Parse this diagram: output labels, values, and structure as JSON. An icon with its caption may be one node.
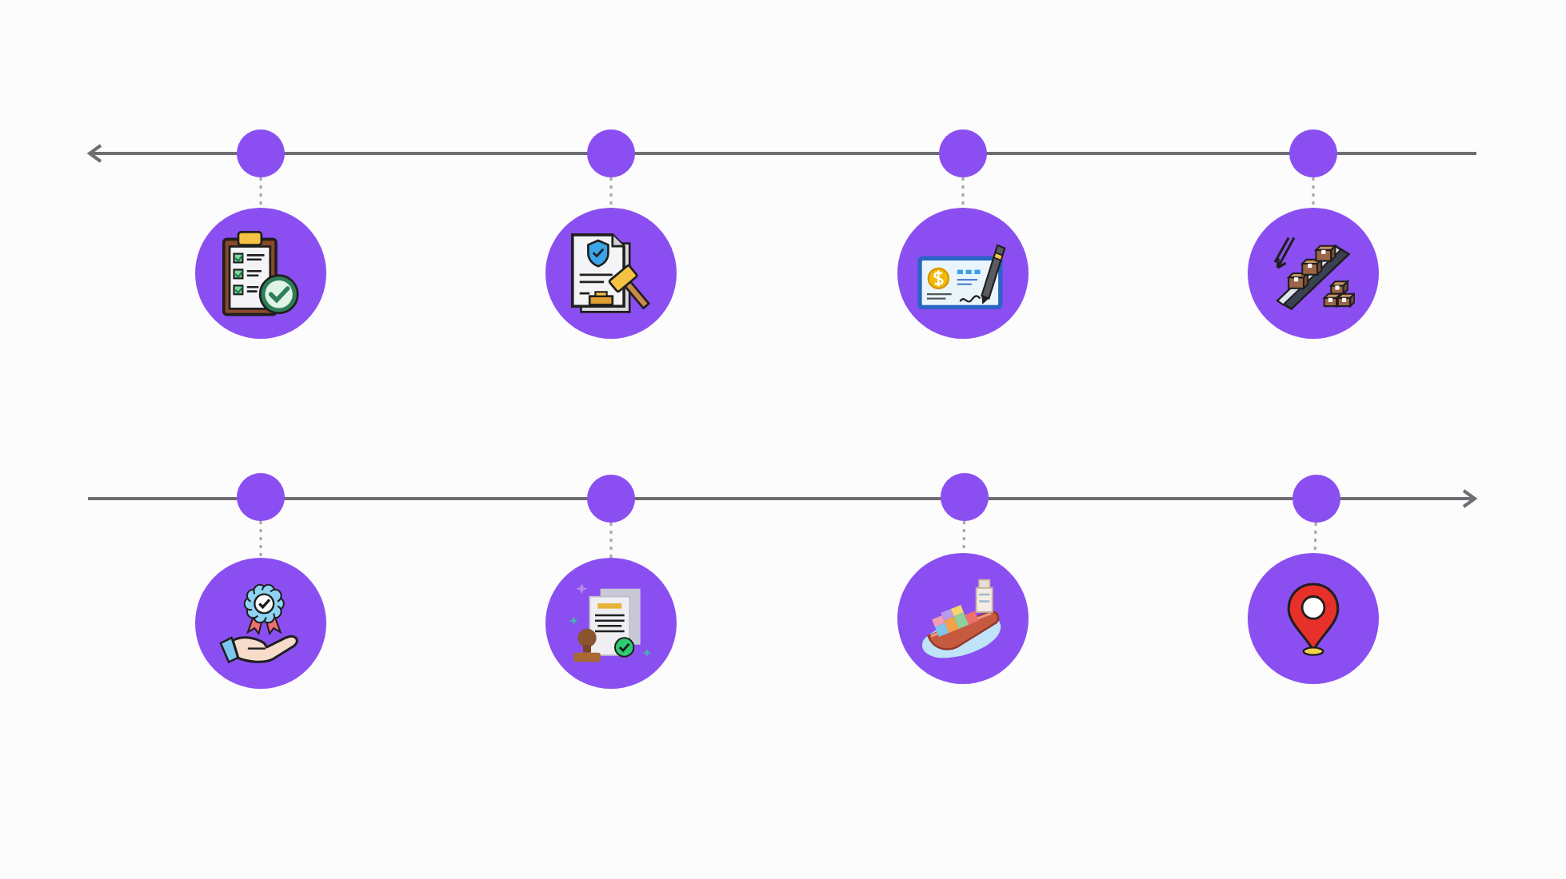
{
  "diagram": {
    "nodes": [
      {
        "text": [],
        "shape": "circle"
      },
      {
        "text": [],
        "shape": "circle"
      },
      {
        "text": [],
        "shape": "circle"
      },
      {
        "text": [],
        "shape": "circle"
      },
      {
        "text": [],
        "shape": "picture"
      },
      {
        "text": [],
        "shape": "picture"
      },
      {
        "text": [],
        "shape": "picture"
      },
      {
        "text": [],
        "shape": "picture"
      },
      {
        "text": [],
        "shape": "circle"
      },
      {
        "text": [],
        "shape": "circle"
      },
      {
        "text": [],
        "shape": "circle"
      },
      {
        "text": [],
        "shape": "circle"
      },
      {
        "text": [],
        "shape": "picture"
      },
      {
        "text": [],
        "shape": "picture"
      },
      {
        "text": [],
        "shape": "picture"
      },
      {
        "text": [],
        "shape": "picture"
      }
    ],
    "edges": [
      {
        "from": 0,
        "to": 4,
        "arrow": "none",
        "style": "dashed"
      },
      {
        "from": 1,
        "to": 5,
        "arrow": "none",
        "style": "dashed"
      },
      {
        "from": 2,
        "to": 6,
        "arrow": "none",
        "style": "dashed"
      },
      {
        "from": 3,
        "to": 7,
        "arrow": "none",
        "style": "dashed"
      },
      {
        "from": 8,
        "to": 12,
        "arrow": "none",
        "style": "dashed"
      },
      {
        "from": 9,
        "to": 13,
        "arrow": "none",
        "style": "dashed"
      },
      {
        "from": 10,
        "to": 14,
        "arrow": "none",
        "style": "dashed"
      },
      {
        "from": 11,
        "to": 15,
        "arrow": "none",
        "style": "dashed"
      }
    ]
  }
}
